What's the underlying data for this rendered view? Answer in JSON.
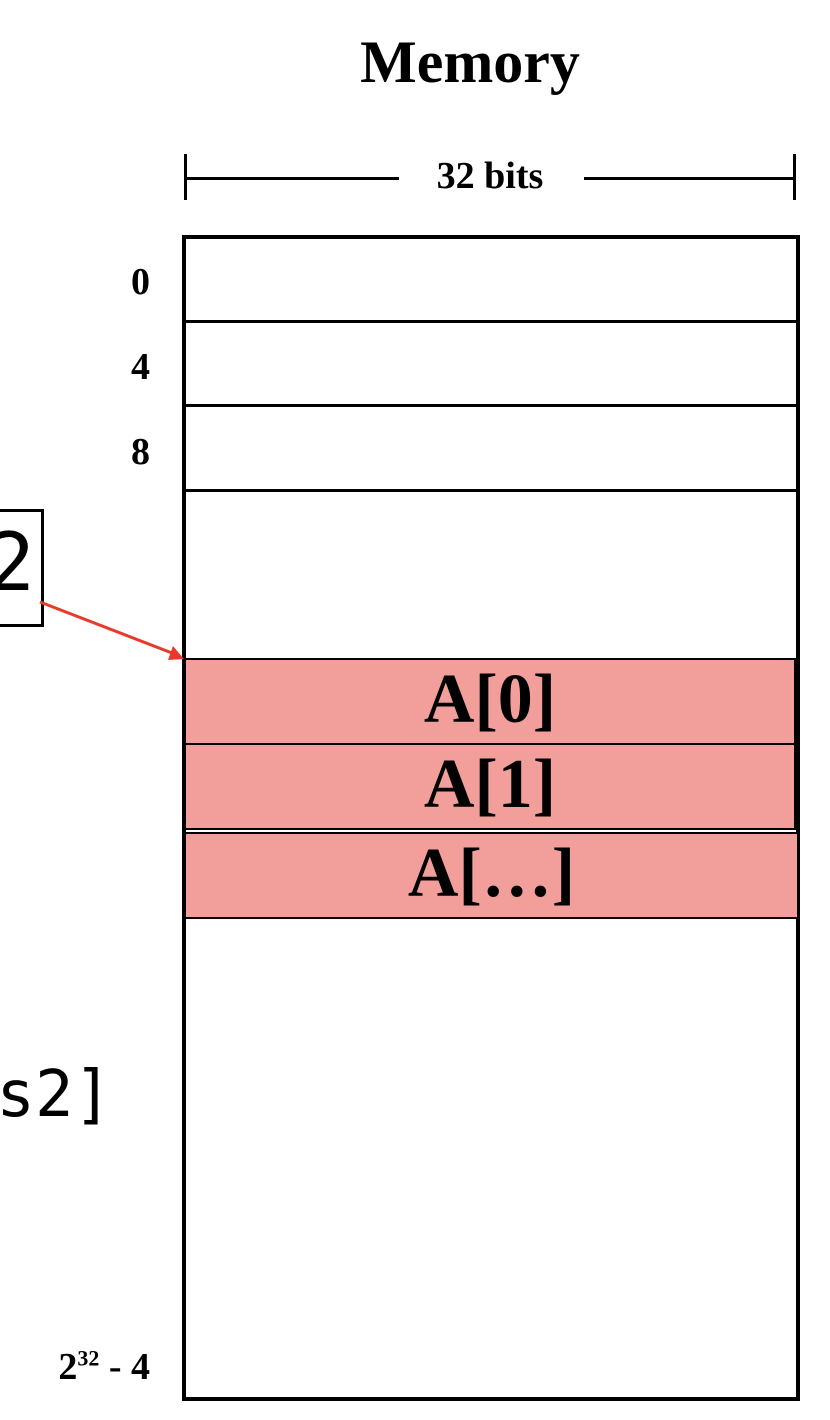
{
  "title": "Memory",
  "width_label": "32 bits",
  "addresses": [
    "0",
    "4",
    "8"
  ],
  "last_address": {
    "base": "2",
    "exp": "32",
    "suffix": " - 4"
  },
  "cells": [
    "A[0]",
    "A[1]",
    "A[…]"
  ],
  "left_box_text": "2",
  "left_code_text": "s2]",
  "colors": {
    "highlight": "#f29f9c",
    "arrow": "#e8392b"
  }
}
